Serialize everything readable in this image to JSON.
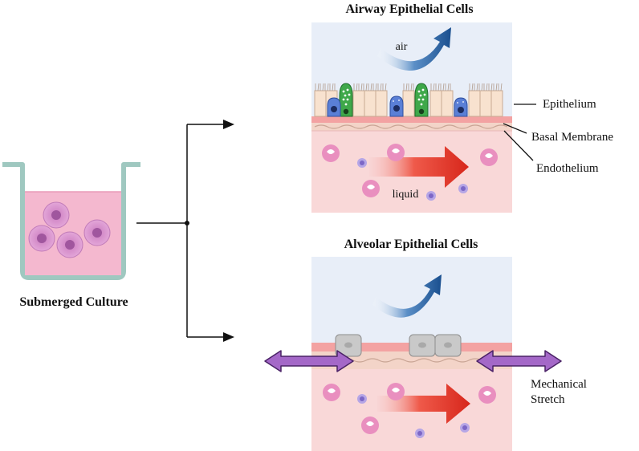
{
  "culture": {
    "label": "Submerged Culture"
  },
  "airway": {
    "title": "Airway Epithelial Cells",
    "air_label": "air",
    "liquid_label": "liquid",
    "annotations": {
      "epithelium": "Epithelium",
      "basal_membrane": "Basal Membrane",
      "endothelium": "Endothelium"
    }
  },
  "alveolar": {
    "title": "Alveolar Epithelial Cells",
    "stretch_label_line1": "Mechanical",
    "stretch_label_line2": "Stretch"
  },
  "colors": {
    "air_bg": "#e8eef8",
    "liquid_bg": "#f9d8d8",
    "membrane": "#f0a0a0",
    "air_arrow": "#1f5fa0",
    "liquid_arrow": "#e0342a",
    "stretch_arrow": "#a060c0",
    "culture_liquid": "#f4b8cf",
    "cell_fill": "#d98cc4"
  }
}
